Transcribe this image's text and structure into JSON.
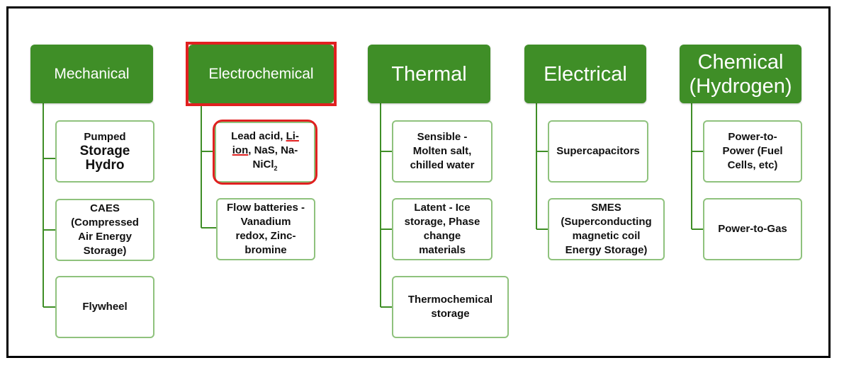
{
  "categories": [
    {
      "name": "Mechanical",
      "items": [
        {
          "lines": [
            "Pumped",
            "Storage Hydro"
          ]
        },
        {
          "lines": [
            "CAES",
            "(Compressed",
            "Air Energy",
            "Storage)"
          ]
        },
        {
          "lines": [
            "Flywheel"
          ]
        }
      ]
    },
    {
      "name": "Electrochemical",
      "items": [
        {
          "lines": [
            "Lead acid, Li-",
            "ion, NaS, Na-",
            "NiCl2"
          ]
        },
        {
          "lines": [
            "Flow batteries -",
            "Vanadium",
            "redox, Zinc-",
            "bromine"
          ]
        }
      ]
    },
    {
      "name": "Thermal",
      "items": [
        {
          "lines": [
            "Sensible -",
            "Molten salt,",
            "chilled water"
          ]
        },
        {
          "lines": [
            "Latent - Ice",
            "storage, Phase",
            "change",
            "materials"
          ]
        },
        {
          "lines": [
            "Thermochemical",
            "storage"
          ]
        }
      ]
    },
    {
      "name": "Electrical",
      "items": [
        {
          "lines": [
            "Supercapacitors"
          ]
        },
        {
          "lines": [
            "SMES",
            "(Superconducting",
            "magnetic coil",
            "Energy Storage)"
          ]
        }
      ]
    },
    {
      "name": "Chemical (Hydrogen)",
      "name_lines": [
        "Chemical",
        "(Hydrogen)"
      ],
      "items": [
        {
          "lines": [
            "Power-to-",
            "Power (Fuel",
            "Cells, etc)"
          ]
        },
        {
          "lines": [
            "Power-to-Gas"
          ]
        }
      ]
    }
  ],
  "colors": {
    "header_green": "#3f8e27",
    "item_border": "#8fc27d",
    "highlight_red": "#e02020"
  },
  "highlights": [
    "Electrochemical",
    "Lead acid, Li-ion, NaS, Na-NiCl2"
  ]
}
